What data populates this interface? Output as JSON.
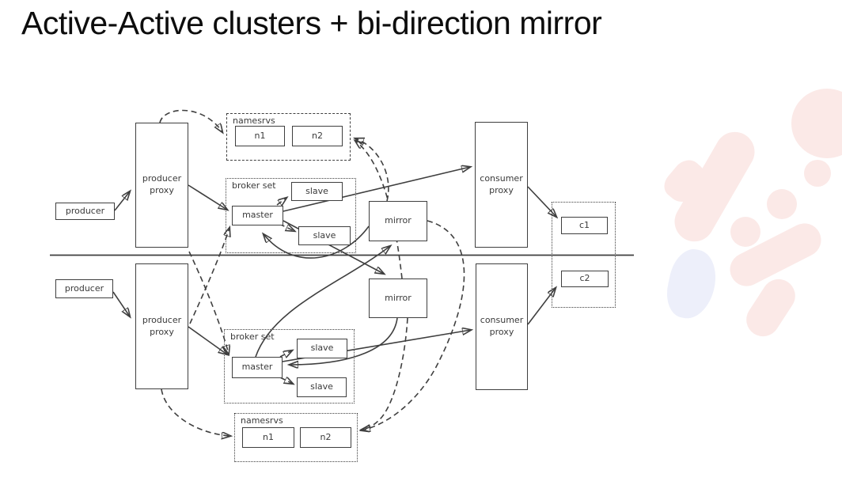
{
  "title": "Active-Active clusters + bi-direction mirror",
  "colors": {
    "line": "#3f3f3f",
    "box_border": "#3f3f3f",
    "text": "#3a3a3a",
    "title": "#0d0d0d",
    "watermark_pink": "#fbe9e7",
    "watermark_blue": "#edeffa"
  },
  "clusters": {
    "top": {
      "producer": "producer",
      "producer_proxy": "producer proxy",
      "broker_set_label": "broker set",
      "master": "master",
      "slaves": [
        "slave",
        "slave"
      ],
      "namesrvs_label": "namesrvs",
      "namesrv_nodes": [
        "n1",
        "n2"
      ],
      "mirror": "mirror",
      "consumer_proxy": "consumer proxy",
      "consumer": "c1"
    },
    "bottom": {
      "producer": "producer",
      "producer_proxy": "producer proxy",
      "broker_set_label": "broker set",
      "master": "master",
      "slaves": [
        "slave",
        "slave"
      ],
      "namesrvs_label": "namesrvs",
      "namesrv_nodes": [
        "n1",
        "n2"
      ],
      "mirror": "mirror",
      "consumer_proxy": "consumer proxy",
      "consumer": "c2"
    }
  }
}
